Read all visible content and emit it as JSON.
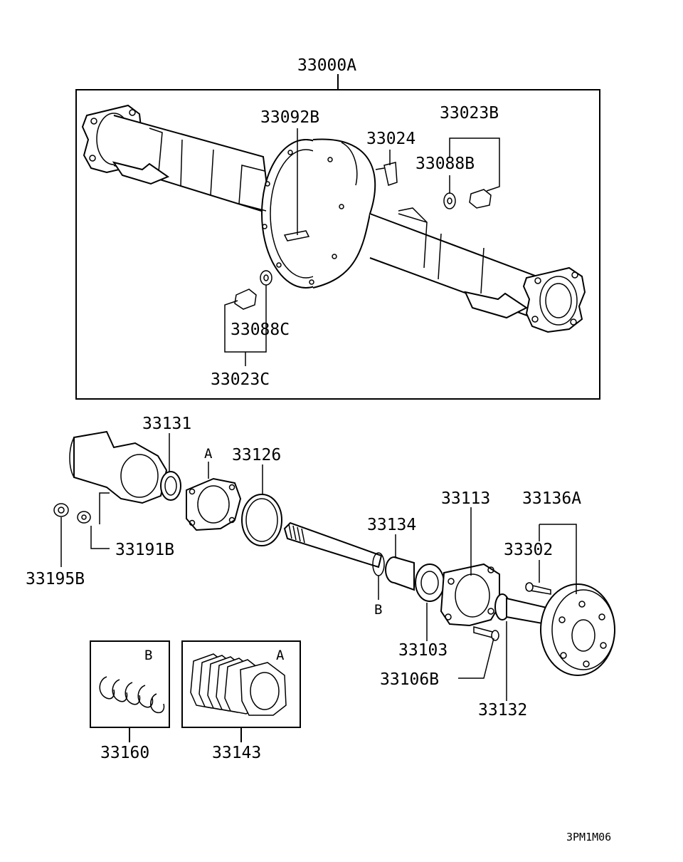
{
  "parts": {
    "axle_housing_assy": "33000A",
    "breather_plug": "33092B",
    "vent": "33024",
    "drain_plug_set_top": "33023B",
    "gasket_top": "33088B",
    "gasket_bottom": "33088C",
    "drain_plug_set_bottom": "33023C",
    "oil_seal": "33131",
    "gasket_ring": "33126",
    "nut_upper": "33191B",
    "nut_lower": "33195B",
    "retainer": "33134",
    "bearing": "33103",
    "bearing_case": "33113",
    "shaft_assy": "33136A",
    "hub_bolt": "33302",
    "bolt": "33106B",
    "spacer": "33132",
    "snap_ring_kit": "33160",
    "shim_kit": "33143"
  },
  "markers": {
    "a_top": "A",
    "b_side": "B",
    "b_kit": "B",
    "a_kit": "A"
  },
  "footer_code": "3PM1M06"
}
